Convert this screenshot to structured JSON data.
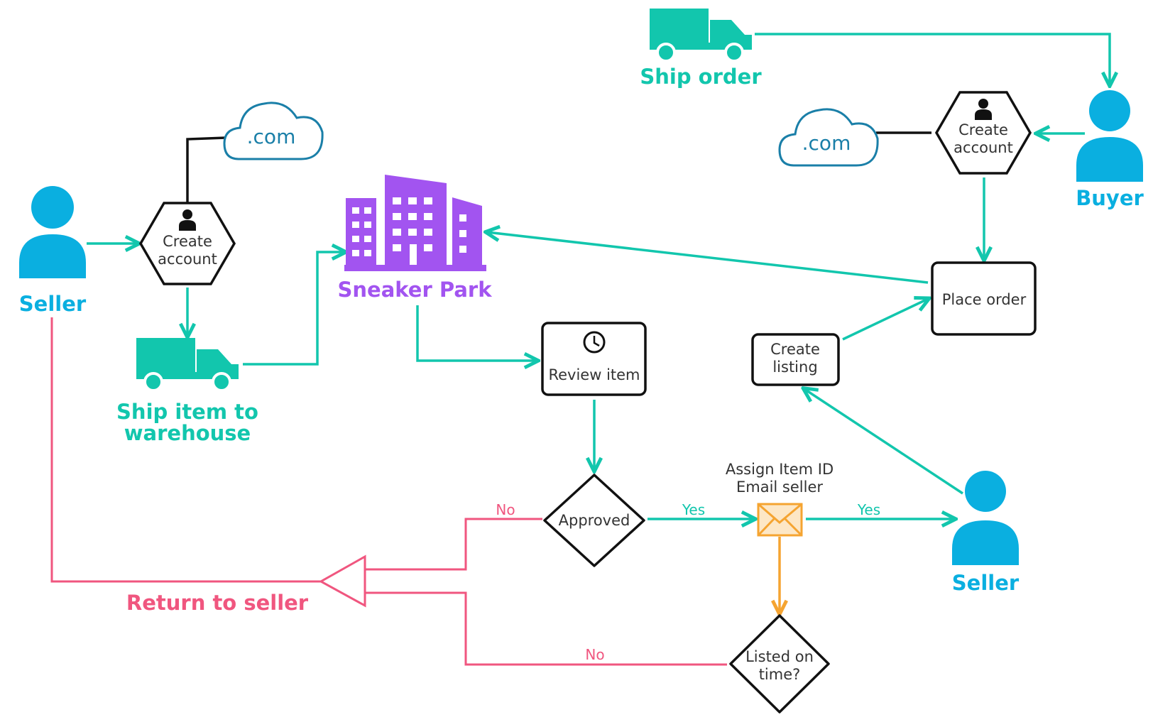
{
  "colors": {
    "teal": "#12c6ad",
    "blue": "#0aafe0",
    "purple": "#a254f0",
    "pink": "#f0567f",
    "orange": "#f5a431",
    "dark": "#111111",
    "cloud": "#1a7fa8"
  },
  "actors": {
    "seller_left": "Seller",
    "buyer": "Buyer",
    "seller_right": "Seller"
  },
  "clouds": {
    "left": ".com",
    "right": ".com"
  },
  "company": {
    "name": "Sneaker Park"
  },
  "labels": {
    "ship_order": "Ship order",
    "ship_item_line1": "Ship item to",
    "ship_item_line2": "warehouse",
    "return_to_seller": "Return to seller",
    "assign_line1": "Assign Item ID",
    "assign_line2": "Email seller"
  },
  "nodes": {
    "create_account_left": [
      "Create",
      "account"
    ],
    "create_account_right": [
      "Create",
      "account"
    ],
    "review_item": "Review item",
    "approved": "Approved",
    "listed_on_time": [
      "Listed on",
      "time?"
    ],
    "create_listing": [
      "Create",
      "listing"
    ],
    "place_order": "Place order"
  },
  "edge_labels": {
    "approved_no": "No",
    "approved_yes": "Yes",
    "email_yes": "Yes",
    "listed_no": "No"
  },
  "icons": [
    "person-icon",
    "truck-icon",
    "cloud-icon",
    "building-icon",
    "clock-icon",
    "envelope-icon"
  ]
}
